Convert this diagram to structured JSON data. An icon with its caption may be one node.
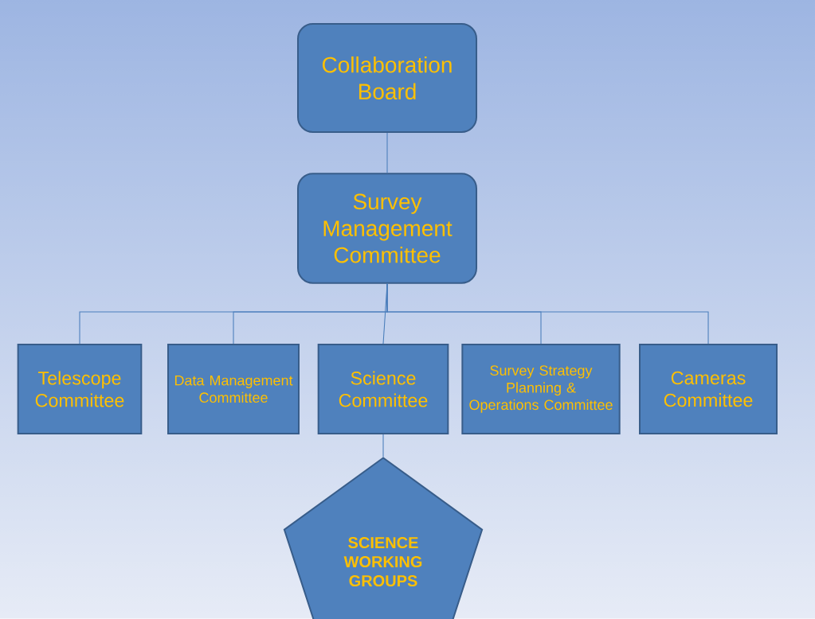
{
  "diagram": {
    "nodes": [
      {
        "text": [
          "Collaboration Board"
        ]
      },
      {
        "text": [
          "Survey Management Committee"
        ]
      },
      {
        "text": [
          "Telescope Committee"
        ]
      },
      {
        "text": [
          "Data Management Committee"
        ]
      },
      {
        "text": [
          "Science Committee"
        ]
      },
      {
        "text": [
          "Survey Strategy Planning & Operations Committee"
        ]
      },
      {
        "text": [
          "Cameras Committee"
        ]
      },
      {
        "text": [
          "SCIENCE WORKING GROUPS"
        ]
      }
    ],
    "edges": [
      {
        "from": 0,
        "to": 1,
        "arrow": "none"
      },
      {
        "from": 1,
        "to": 2,
        "arrow": "none"
      },
      {
        "from": 1,
        "to": 3,
        "arrow": "none"
      },
      {
        "from": 1,
        "to": 4,
        "arrow": "none"
      },
      {
        "from": 1,
        "to": 5,
        "arrow": "none"
      },
      {
        "from": 1,
        "to": 6,
        "arrow": "none"
      },
      {
        "from": 4,
        "to": 7,
        "arrow": "none"
      }
    ]
  }
}
